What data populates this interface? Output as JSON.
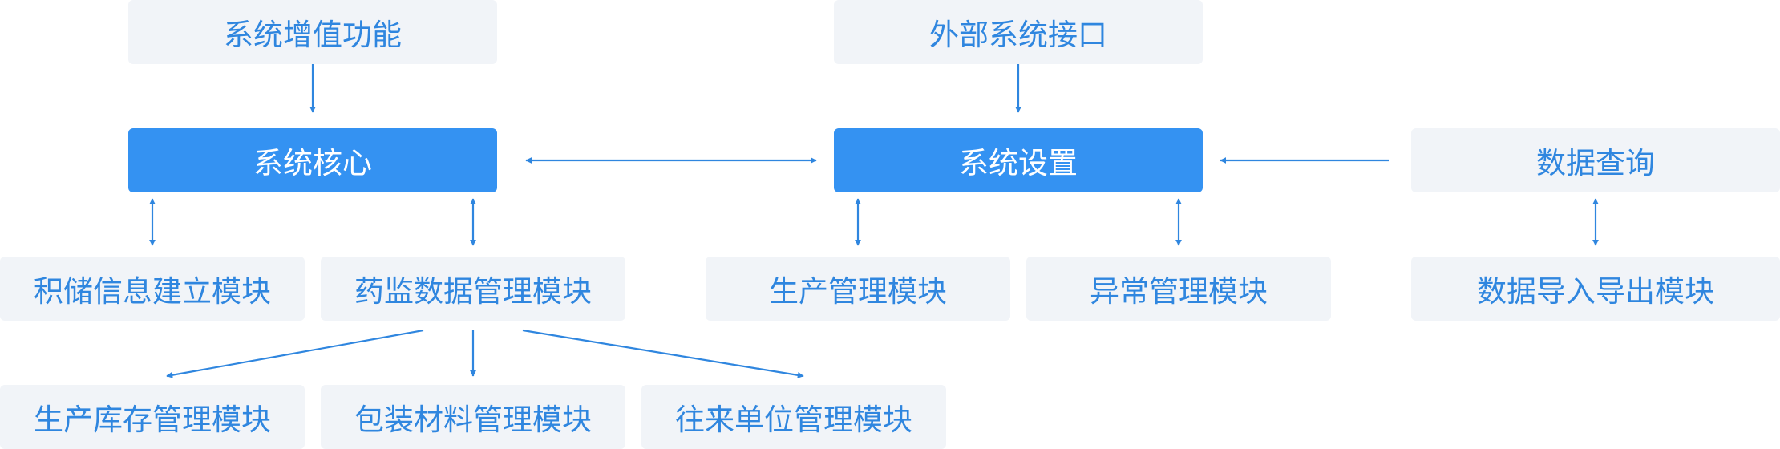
{
  "nodes": {
    "value_added": "系统增值功能",
    "external_interface": "外部系统接口",
    "system_core": "系统核心",
    "system_settings": "系统设置",
    "data_query": "数据查询",
    "reserve_info": "积储信息建立模块",
    "drug_supervision": "药监数据管理模块",
    "production_mgmt": "生产管理模块",
    "exception_mgmt": "异常管理模块",
    "data_import_export": "数据导入导出模块",
    "production_inventory": "生产库存管理模块",
    "packaging_materials": "包装材料管理模块",
    "business_units": "往来单位管理模块"
  },
  "colors": {
    "accent": "#3492f2",
    "text": "#2f86df",
    "box_bg": "#f1f4f8"
  }
}
